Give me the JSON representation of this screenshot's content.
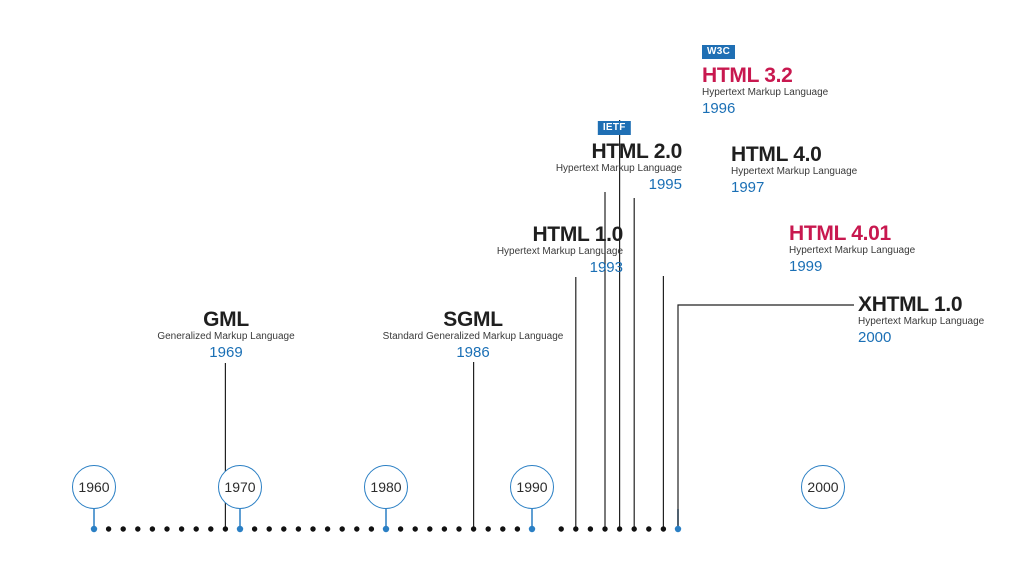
{
  "colors": {
    "accent": "#c8184f",
    "year": "#1a6fb5",
    "circle": "#2a7fc4",
    "badge": "#1f6fb4",
    "line": "#222222",
    "dot": "#111111"
  },
  "timeline": {
    "start_year": 1960,
    "end_year": 2000,
    "decades": [
      {
        "label": "1960",
        "year": 1960
      },
      {
        "label": "1970",
        "year": 1970
      },
      {
        "label": "1980",
        "year": 1980
      },
      {
        "label": "1990",
        "year": 1990
      },
      {
        "label": "2000",
        "year": 2000
      }
    ]
  },
  "events": [
    {
      "id": "gml",
      "title": "GML",
      "subtitle": "Generalized Markup Language",
      "year": "1969",
      "year_value": 1969,
      "badge": "",
      "highlight": false
    },
    {
      "id": "sgml",
      "title": "SGML",
      "subtitle": "Standard Generalized Markup Language",
      "year": "1986",
      "year_value": 1986,
      "badge": "",
      "highlight": false
    },
    {
      "id": "html10",
      "title": "HTML 1.0",
      "subtitle": "Hypertext Markup Language",
      "year": "1993",
      "year_value": 1993,
      "badge": "",
      "highlight": false
    },
    {
      "id": "html20",
      "title": "HTML 2.0",
      "subtitle": "Hypertext Markup Language",
      "year": "1995",
      "year_value": 1995,
      "badge": "IETF",
      "highlight": false
    },
    {
      "id": "html32",
      "title": "HTML 3.2",
      "subtitle": "Hypertext Markup Language",
      "year": "1996",
      "year_value": 1996,
      "badge": "W3C",
      "highlight": true
    },
    {
      "id": "html40",
      "title": "HTML 4.0",
      "subtitle": "Hypertext Markup Language",
      "year": "1997",
      "year_value": 1997,
      "badge": "",
      "highlight": false
    },
    {
      "id": "html401",
      "title": "HTML 4.01",
      "subtitle": "Hypertext Markup Language",
      "year": "1999",
      "year_value": 1999,
      "badge": "",
      "highlight": true
    },
    {
      "id": "xhtml10",
      "title": "XHTML 1.0",
      "subtitle": "Hypertext Markup Language",
      "year": "2000",
      "year_value": 2000,
      "badge": "",
      "highlight": false
    }
  ]
}
